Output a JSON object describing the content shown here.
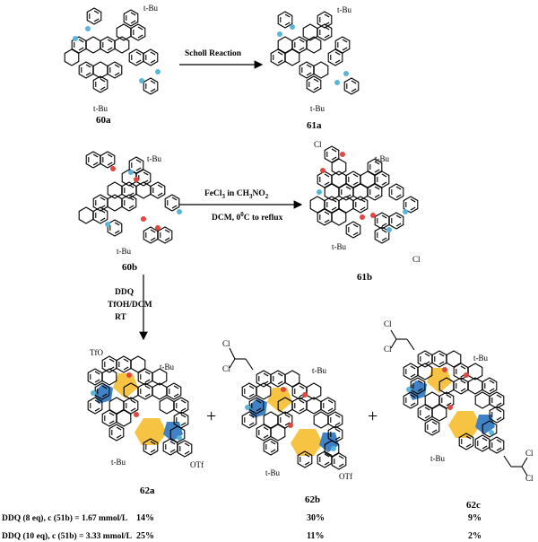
{
  "scheme": {
    "top": {
      "reactant_label": "60a",
      "product_label": "61a",
      "reaction_label": "Scholl Reaction",
      "tBu_labels": [
        "t-Bu",
        "t-Bu",
        "t-Bu",
        "t-Bu"
      ]
    },
    "middle": {
      "reactant_label": "60b",
      "product_label": "61b",
      "conditions_line1": "FeCl",
      "conditions_line1_sub": "3",
      "conditions_line1_rest": " in CH",
      "conditions_line1_sub2": "3",
      "conditions_line1_rest2": "NO",
      "conditions_line1_sub3": "2",
      "conditions_line2": "DCM, 0",
      "conditions_line2_sup": "0",
      "conditions_line2_rest": "C to reflux",
      "tBu_labels": [
        "t-Bu",
        "t-Bu",
        "t-Bu",
        "t-Bu"
      ],
      "cl_labels": [
        "Cl",
        "Cl"
      ]
    },
    "down_arrow_conditions": [
      "DDQ",
      "TfOH/DCM",
      "RT"
    ],
    "products": [
      {
        "label": "62a",
        "substituents": [
          "TfO",
          "OTf",
          "t-Bu",
          "t-Bu"
        ]
      },
      {
        "label": "62b",
        "substituents": [
          "Cl",
          "Cl",
          "OTf",
          "t-Bu",
          "t-Bu"
        ]
      },
      {
        "label": "62c",
        "substituents": [
          "Cl",
          "Cl",
          "Cl",
          "Cl",
          "t-Bu",
          "t-Bu"
        ]
      }
    ],
    "plus_signs": [
      "+",
      "+"
    ],
    "yield_table": {
      "rows": [
        {
          "condition": "DDQ (8 eq), c (51b) = 1.67 mmol/L",
          "c_italic": "c",
          "yields": [
            "14%",
            "30%",
            "9%"
          ]
        },
        {
          "condition": "DDQ (10 eq), c (51b) = 3.33 mmol/L",
          "c_italic": "c",
          "yields": [
            "25%",
            "11%",
            "2%"
          ]
        }
      ]
    }
  }
}
